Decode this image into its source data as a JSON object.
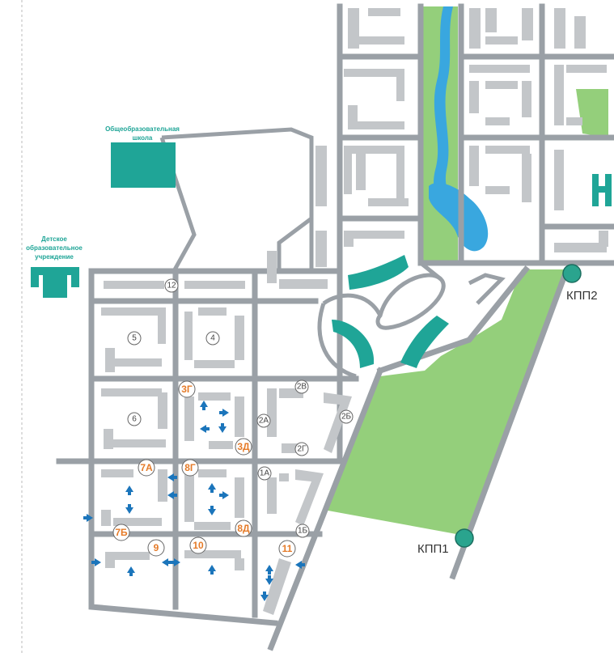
{
  "labels": {
    "school": [
      "Общеобразовательная",
      "школа"
    ],
    "kindergarten": [
      "Детское",
      "образовательное",
      "учреждение"
    ],
    "checkpoint_1": "КПП1",
    "checkpoint_2": "КПП2"
  },
  "blocks": [
    {
      "id": "12",
      "style": "plain"
    },
    {
      "id": "5",
      "style": "plain"
    },
    {
      "id": "4",
      "style": "plain"
    },
    {
      "id": "6",
      "style": "plain"
    },
    {
      "id": "2В",
      "style": "plain"
    },
    {
      "id": "2А",
      "style": "plain"
    },
    {
      "id": "2Б",
      "style": "plain"
    },
    {
      "id": "2Г",
      "style": "plain"
    },
    {
      "id": "1А",
      "style": "plain"
    },
    {
      "id": "1Б",
      "style": "plain"
    },
    {
      "id": "3Г",
      "style": "highlight"
    },
    {
      "id": "3Д",
      "style": "highlight"
    },
    {
      "id": "7А",
      "style": "highlight"
    },
    {
      "id": "8Г",
      "style": "highlight"
    },
    {
      "id": "7Б",
      "style": "highlight"
    },
    {
      "id": "8Д",
      "style": "highlight"
    },
    {
      "id": "9",
      "style": "highlight"
    },
    {
      "id": "10",
      "style": "highlight"
    },
    {
      "id": "11",
      "style": "highlight"
    }
  ],
  "colors": {
    "road": "#9aa0a6",
    "building": "#c3c6c9",
    "green_zone": "#94cf7b",
    "water": "#39a7df",
    "public_building": "#1fa597",
    "entrance_arrow": "#1b75bb",
    "highlight_label": "#e57b29"
  }
}
